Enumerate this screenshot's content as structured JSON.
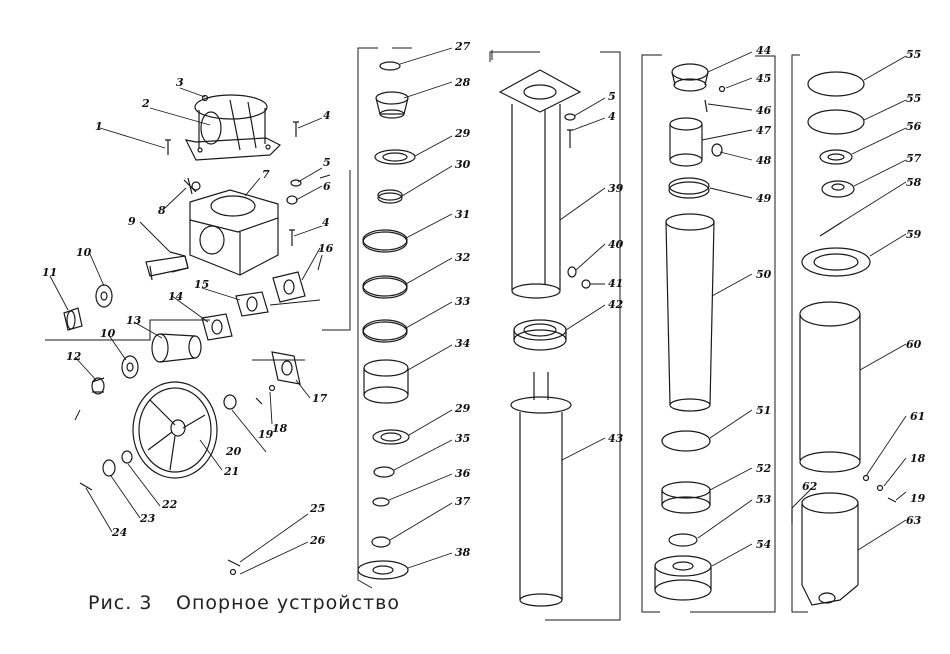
{
  "figure": {
    "label": "Рис. 3",
    "title": "Опорное устройство"
  },
  "colors": {
    "ink": "#1a1a1a",
    "paper": "#ffffff"
  },
  "parts": [
    "1",
    "2",
    "3",
    "4",
    "4",
    "5",
    "6",
    "7",
    "8",
    "9",
    "10",
    "11",
    "10",
    "12",
    "13",
    "14",
    "15",
    "16",
    "17",
    "18",
    "19",
    "20",
    "21",
    "22",
    "23",
    "24",
    "25",
    "26",
    "27",
    "28",
    "29",
    "30",
    "31",
    "32",
    "33",
    "34",
    "29",
    "35",
    "36",
    "37",
    "38",
    "5",
    "4",
    "39",
    "40",
    "41",
    "42",
    "43",
    "44",
    "45",
    "46",
    "47",
    "48",
    "49",
    "50",
    "51",
    "52",
    "53",
    "54",
    "55",
    "55",
    "56",
    "57",
    "58",
    "59",
    "60",
    "61",
    "18",
    "19",
    "62",
    "63"
  ]
}
